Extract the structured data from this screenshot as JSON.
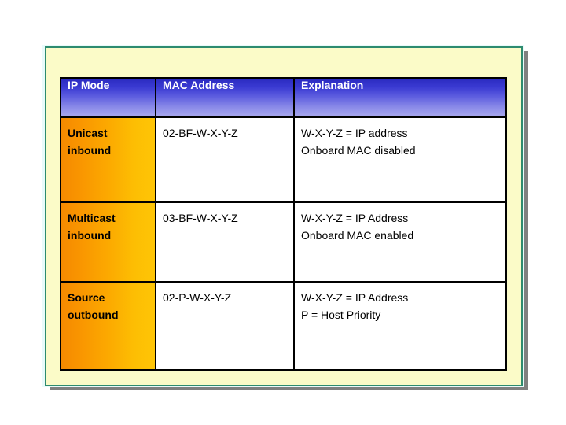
{
  "slide": {
    "panel_background_color": "#fbfbc8",
    "panel_border_color": "#2e8b6f",
    "shadow_color": "#808080"
  },
  "table": {
    "header_gradient_from": "#2a2ac0",
    "header_gradient_to": "#a8a8ee",
    "header_text_color": "#ffffff",
    "mode_gradient_from": "#f58a00",
    "mode_gradient_to": "#fec506",
    "border_color": "#000000",
    "columns": [
      {
        "key": "ip_mode",
        "label": "IP Mode"
      },
      {
        "key": "mac_address",
        "label": "MAC Address"
      },
      {
        "key": "explanation",
        "label": "Explanation"
      }
    ],
    "rows": [
      {
        "ip_mode": [
          "Unicast",
          "inbound"
        ],
        "mac_address": [
          "02-BF-W-X-Y-Z"
        ],
        "explanation": [
          "W-X-Y-Z = IP address",
          "Onboard MAC disabled"
        ]
      },
      {
        "ip_mode": [
          "Multicast",
          "inbound"
        ],
        "mac_address": [
          "03-BF-W-X-Y-Z"
        ],
        "explanation": [
          "W-X-Y-Z = IP Address",
          "Onboard MAC enabled"
        ]
      },
      {
        "ip_mode": [
          "Source",
          "outbound"
        ],
        "mac_address": [
          "02-P-W-X-Y-Z"
        ],
        "explanation": [
          "W-X-Y-Z = IP Address",
          "P = Host Priority"
        ]
      }
    ]
  }
}
